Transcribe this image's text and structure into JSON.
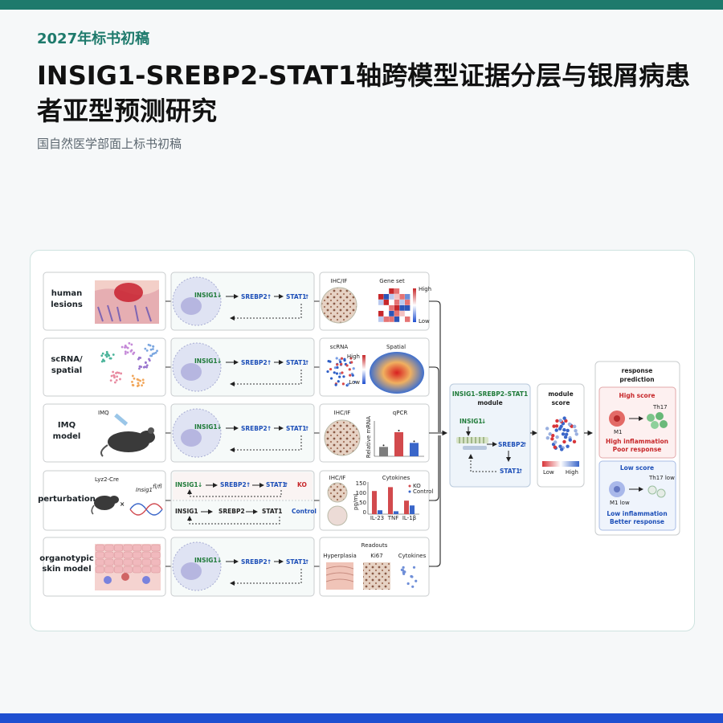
{
  "header": {
    "year_tag": "2027年标书初稿",
    "title": "INSIG1-SREBP2-STAT1轴跨模型证据分层与银屑病患者亚型预测研究",
    "subtitle": "国自然医学部面上标书初稿"
  },
  "rows": [
    {
      "label_lines": [
        "human",
        "lesions"
      ],
      "pathway": [
        "INSIG1",
        "SREBP2",
        "STAT1"
      ],
      "readouts": [
        "IHC/IF",
        "Gene set"
      ],
      "legend": [
        "High",
        "Low"
      ]
    },
    {
      "label_lines": [
        "scRNA/",
        "spatial"
      ],
      "pathway": [
        "INSIG1",
        "SREBP2",
        "STAT1"
      ],
      "readouts": [
        "scRNA",
        "Spatial"
      ],
      "legend": [
        "High",
        "Low"
      ]
    },
    {
      "label_lines": [
        "IMQ",
        "model"
      ],
      "model_tag": "IMQ",
      "pathway": [
        "INSIG1",
        "SREBP2",
        "STAT1"
      ],
      "readouts": [
        "IHC/IF",
        "qPCR"
      ],
      "qpcr_axis": "Relative mRNA",
      "qpcr_values": [
        0.7,
        1.8,
        1.0
      ]
    },
    {
      "label_lines": [
        "perturbation"
      ],
      "cre": "Lyz2-Cre",
      "flox": "Insig1",
      "flox_sup": "fl/fl",
      "times": "×",
      "ko_path": [
        "INSIG1",
        "SREBP2",
        "STAT1"
      ],
      "ko_label": "KO",
      "ctrl_path": [
        "INSIG1",
        "SREBP2",
        "STAT1"
      ],
      "ctrl_label": "Control",
      "readouts": [
        "IHC/IF",
        "Cytokines"
      ],
      "cyto_axis": "pg/mL",
      "cyto_ticks": [
        "150",
        "100",
        "50",
        "0"
      ],
      "cyto_legend": [
        "KO",
        "Control"
      ],
      "cyto_categories": [
        "IL-23",
        "TNF",
        "IL-1β"
      ],
      "cyto_ko": [
        120,
        140,
        70
      ],
      "cyto_ctrl": [
        20,
        15,
        45
      ]
    },
    {
      "label_lines": [
        "organotypic",
        "skin model"
      ],
      "pathway": [
        "INSIG1",
        "SREBP2",
        "STAT1"
      ],
      "readouts_title": "Readouts",
      "readouts": [
        "Hyperplasia",
        "Ki67",
        "Cytokines"
      ]
    }
  ],
  "module": {
    "title": "INSIG1–SREBP2–STAT1",
    "subtitle": "module",
    "insig": "INSIG1",
    "srebp": "SREBP2",
    "stat": "STAT1"
  },
  "score": {
    "title_lines": [
      "module",
      "score"
    ],
    "low": "Low",
    "high": "High"
  },
  "prediction": {
    "title_lines": [
      "response",
      "prediction"
    ],
    "high": {
      "label": "High score",
      "m1": "M1",
      "th17": "Th17",
      "outcome_lines": [
        "High inflammation",
        "Poor response"
      ]
    },
    "low": {
      "label": "Low score",
      "m1": "M1 low",
      "th17": "Th17 low",
      "outcome_lines": [
        "Low inflammation",
        "Better response"
      ]
    }
  },
  "colors": {
    "accent": "#1e7a6c",
    "bottom_bar": "#1f4fd0",
    "arrow_blue": "#1d4fb8",
    "down_green": "#1e7a38",
    "high_red": "#c7272a"
  }
}
